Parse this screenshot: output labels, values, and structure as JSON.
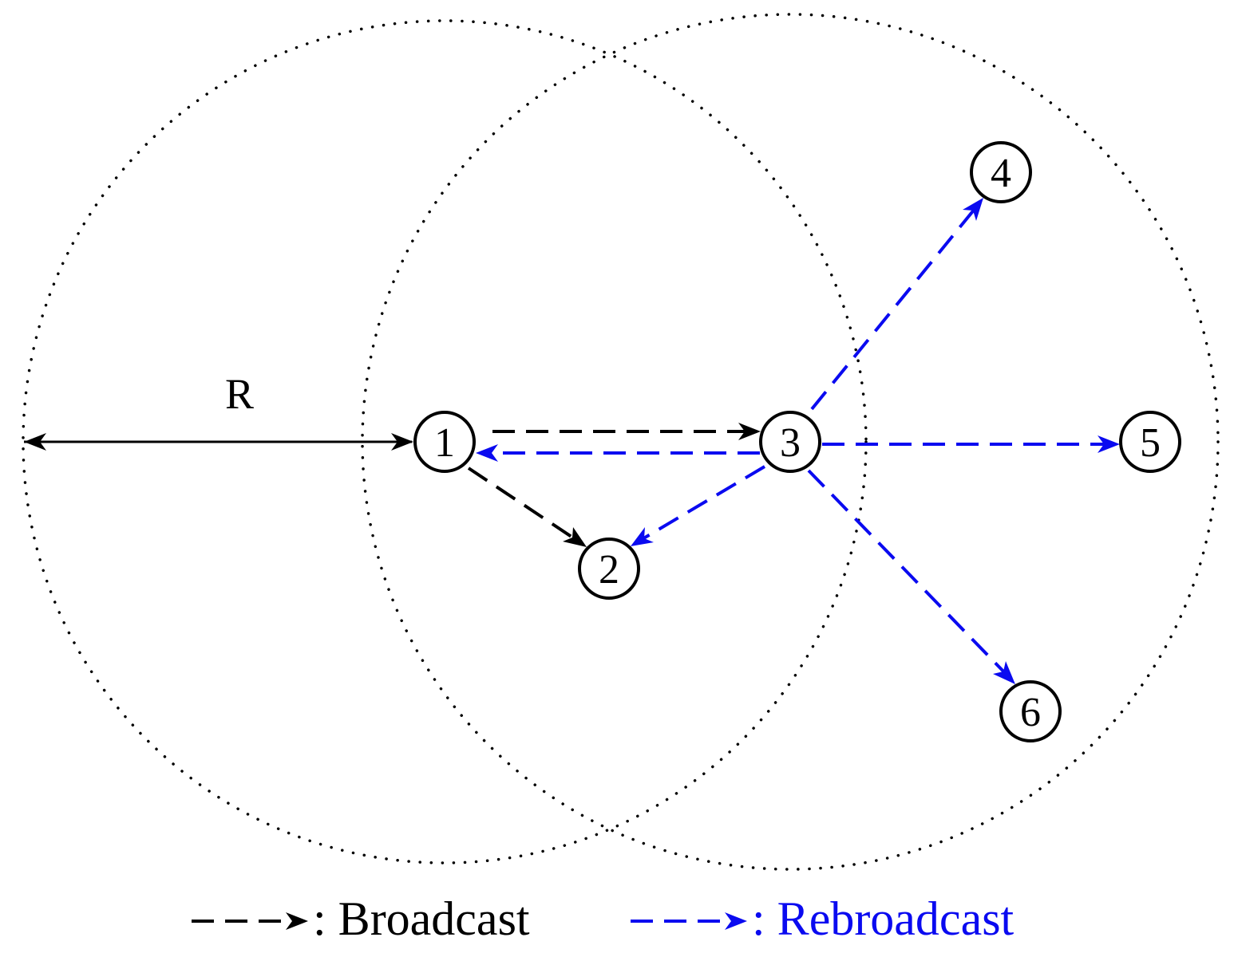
{
  "colors": {
    "broadcast": "#000000",
    "rebroadcast": "#0a0af0",
    "range_circle": "#000000",
    "node_stroke": "#000000"
  },
  "radius_label": "R",
  "nodes": [
    {
      "id": "1",
      "label": "1"
    },
    {
      "id": "2",
      "label": "2"
    },
    {
      "id": "3",
      "label": "3"
    },
    {
      "id": "4",
      "label": "4"
    },
    {
      "id": "5",
      "label": "5"
    },
    {
      "id": "6",
      "label": "6"
    }
  ],
  "range_circles": [
    {
      "center_node": "1",
      "style": "dotted"
    },
    {
      "center_node": "3",
      "style": "dotted"
    }
  ],
  "broadcast_edges": [
    {
      "from": "1",
      "to": "3"
    },
    {
      "from": "1",
      "to": "2"
    }
  ],
  "rebroadcast_edges": [
    {
      "from": "3",
      "to": "1"
    },
    {
      "from": "3",
      "to": "2"
    },
    {
      "from": "3",
      "to": "4"
    },
    {
      "from": "3",
      "to": "5"
    },
    {
      "from": "3",
      "to": "6"
    }
  ],
  "legend": {
    "broadcast_label": ": Broadcast",
    "rebroadcast_label": ": Rebroadcast"
  }
}
